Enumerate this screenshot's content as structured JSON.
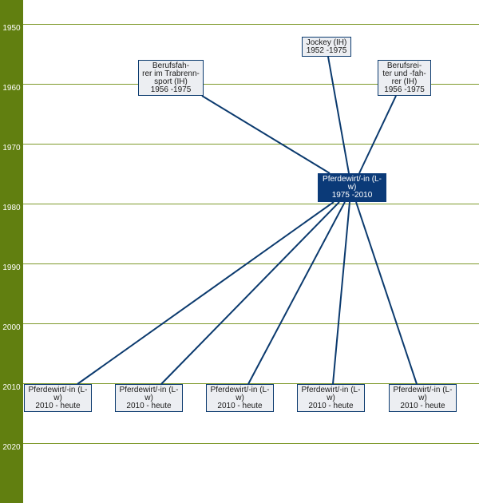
{
  "timeline": {
    "years": [
      "1950",
      "1960",
      "1970",
      "1980",
      "1990",
      "2000",
      "2010",
      "2020"
    ]
  },
  "colors": {
    "year_bar": "#617f10",
    "grid_line": "#7f9a2c",
    "connector": "#0b3a6e",
    "node_fill": "#eceef2",
    "central_fill": "#0b3a78"
  },
  "nodes": {
    "jockey": {
      "lines": [
        "Jockey (IH)",
        "1952 -1975"
      ]
    },
    "berufsfahrer": {
      "lines": [
        "Berufsfah-",
        "rer im Trabrenn-",
        "sport (IH)",
        "1956 -1975"
      ]
    },
    "berufsreiter": {
      "lines": [
        "Berufsrei-",
        "ter und -fah-",
        "rer (IH)",
        "1956 -1975"
      ]
    },
    "central": {
      "lines": [
        "Pferdewirt/-in (L-",
        "w)",
        "1975 -2010"
      ]
    },
    "successor_1": {
      "lines": [
        "Pferdewirt/-in (L-",
        "w)",
        "2010 - heute"
      ]
    },
    "successor_2": {
      "lines": [
        "Pferdewirt/-in (L-",
        "w)",
        "2010 - heute"
      ]
    },
    "successor_3": {
      "lines": [
        "Pferdewirt/-in (L-",
        "w)",
        "2010 - heute"
      ]
    },
    "successor_4": {
      "lines": [
        "Pferdewirt/-in (L-",
        "w)",
        "2010 - heute"
      ]
    },
    "successor_5": {
      "lines": [
        "Pferdewirt/-in (L-",
        "w)",
        "2010 - heute"
      ]
    }
  }
}
